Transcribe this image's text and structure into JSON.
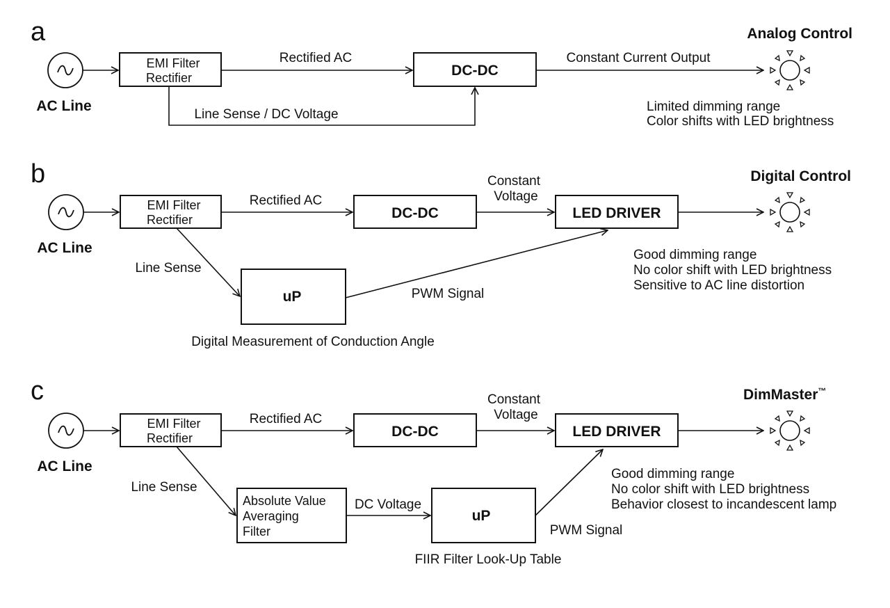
{
  "diagram": {
    "panel_a": {
      "letter": "a",
      "title": "Analog Control",
      "source_label": "AC Line",
      "emi_box": [
        "EMI Filter",
        "Rectifier"
      ],
      "rectified_label": "Rectified AC",
      "dcdc_label": "DC-DC",
      "output_label": "Constant Current Output",
      "sense_label": "Line Sense / DC Voltage",
      "notes": [
        "Limited dimming range",
        "Color shifts with LED brightness"
      ]
    },
    "panel_b": {
      "letter": "b",
      "title": "Digital Control",
      "source_label": "AC Line",
      "emi_box": [
        "EMI Filter",
        "Rectifier"
      ],
      "rectified_label": "Rectified AC",
      "dcdc_label": "DC-DC",
      "cv_label": [
        "Constant",
        "Voltage"
      ],
      "driver_label": "LED DRIVER",
      "sense_label": "Line Sense",
      "up_label": "uP",
      "pwm_label": "PWM Signal",
      "measure_label": "Digital Measurement of Conduction Angle",
      "notes": [
        "Good dimming range",
        "No color shift with LED brightness",
        "Sensitive to AC line distortion"
      ]
    },
    "panel_c": {
      "letter": "c",
      "title": "DimMaster",
      "title_mark": "™",
      "source_label": "AC Line",
      "emi_box": [
        "EMI Filter",
        "Rectifier"
      ],
      "rectified_label": "Rectified AC",
      "dcdc_label": "DC-DC",
      "cv_label": [
        "Constant",
        "Voltage"
      ],
      "driver_label": "LED DRIVER",
      "sense_label": "Line Sense",
      "filter_box": [
        "Absolute Value",
        "Averaging",
        "Filter"
      ],
      "dcv_label": "DC Voltage",
      "up_label": "uP",
      "pwm_label": "PWM Signal",
      "lut_label": "FIIR Filter Look-Up Table",
      "notes": [
        "Good dimming range",
        "No color shift with LED brightness",
        "Behavior closest to incandescent lamp"
      ]
    }
  }
}
